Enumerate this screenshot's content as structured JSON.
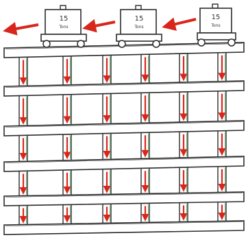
{
  "colors": {
    "ink": "#2b2b2b",
    "arrow": "#d9261c",
    "column_shade": "#4d8a5a",
    "paper": "#ffffff"
  },
  "trucks": [
    {
      "weight": "15",
      "unit": "Tons"
    },
    {
      "weight": "15",
      "unit": "Tons"
    },
    {
      "weight": "15",
      "unit": "Tons"
    }
  ],
  "motion_arrow_count": 3,
  "deck_planks": 6,
  "column_bays": 5,
  "columns_per_bay": 6,
  "load_arrow_direction": "down",
  "motion_direction": "left"
}
